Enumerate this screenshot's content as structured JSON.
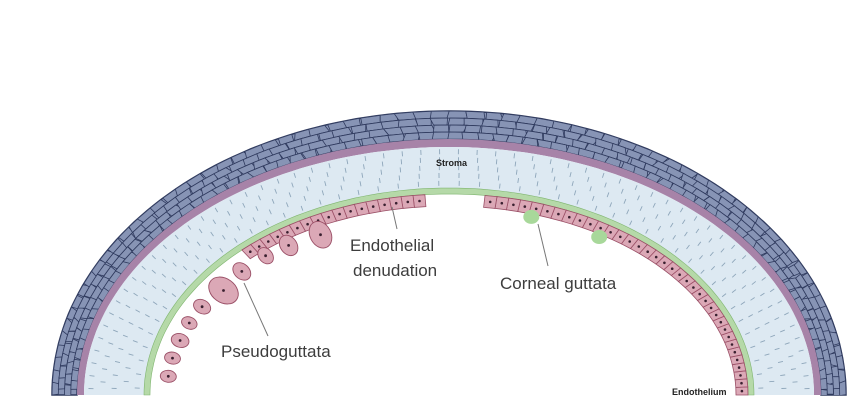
{
  "diagram": {
    "labels": {
      "stroma": "Stroma",
      "endothelium": "Endothelium",
      "endothelial_denudation_line1": "Endothelial",
      "endothelial_denudation_line2": "denudation",
      "corneal_guttata": "Corneal guttata",
      "pseudoguttata": "Pseudoguttata"
    },
    "colors": {
      "epithelium": "#8794b5",
      "epithelium_cell_border": "#2f3a5e",
      "bowman_layer": "#a783a8",
      "stroma": "#dde9f2",
      "stroma_dash": "#8ea6ba",
      "descemet_membrane": "#b5d9a8",
      "endothelial_cell": "#dba8b6",
      "endothelial_cell_border": "#9a4f66",
      "nucleus": "#3a2030",
      "guttata": "#a8d89a",
      "pseudoguttata": "#dba8b6",
      "label_text": "#3d3d3d",
      "leader_line": "#777777"
    }
  }
}
